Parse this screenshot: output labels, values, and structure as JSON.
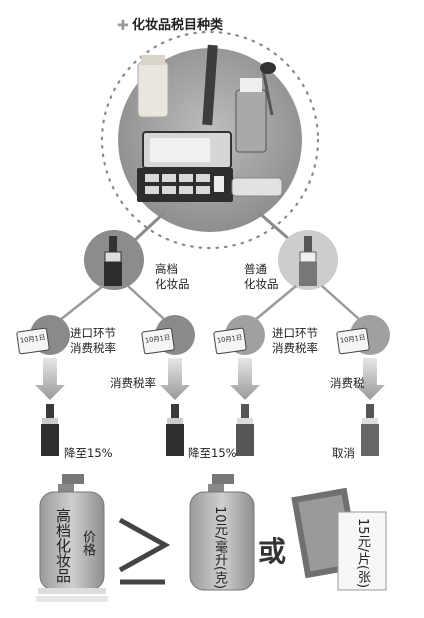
{
  "title": "化妆品税目种类",
  "categories": {
    "high_end": "高档\n化妆品",
    "ordinary": "普通\n化妆品"
  },
  "stages": {
    "import_tax": "进口环节\n消费税率",
    "consumption_tax_rate": "消费税率",
    "consumption_tax": "消费税"
  },
  "calendar_label": "10月1日",
  "outcomes": {
    "high_import": "降至15%",
    "high_domestic": "降至15%",
    "ordinary_domestic": "取消"
  },
  "definition": {
    "bottle_text_left": "高档化妆品",
    "bottle_text_right": "价格",
    "ge_symbol": "≥",
    "bottle2_text": "10元/毫升(克)",
    "or_text": "或",
    "sheet_text": "15元/片(张)"
  },
  "colors": {
    "circle_dark": "#7b7b7b",
    "circle_light": "#c9c9c9",
    "arrow": "#bdbdbd",
    "lipstick": "#3a3a3a"
  }
}
